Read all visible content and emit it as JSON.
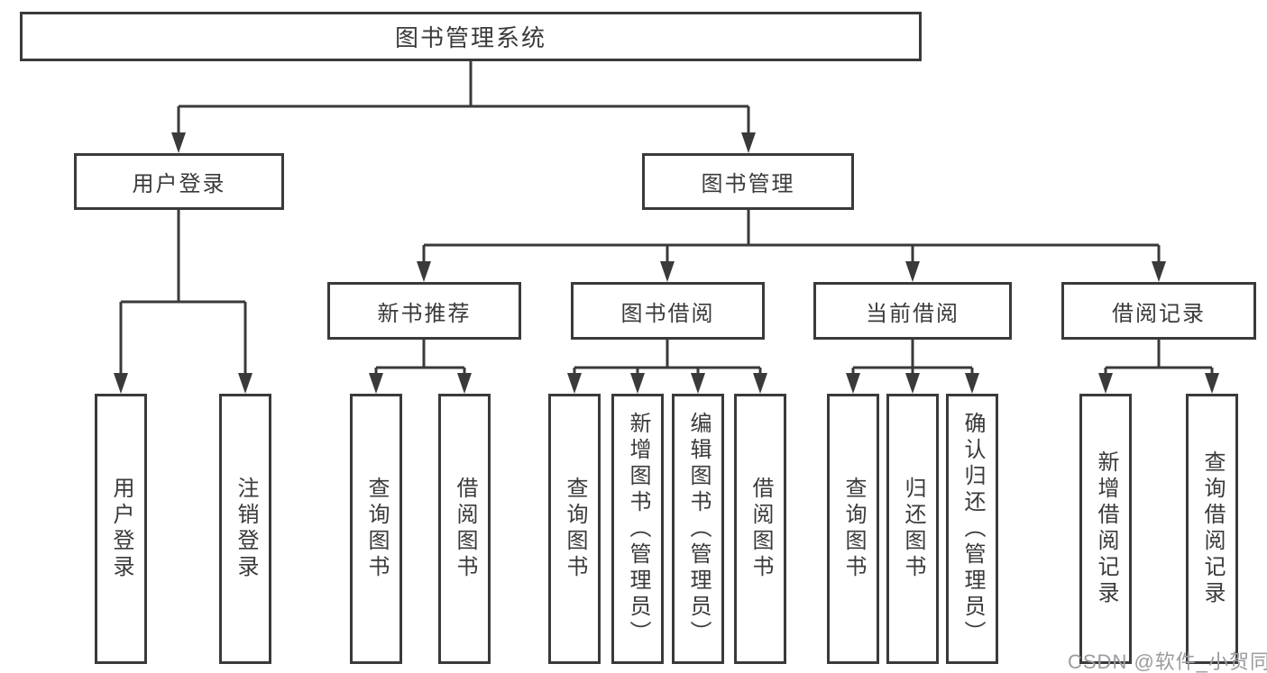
{
  "title": "图书管理系统",
  "level2": [
    "用户登录",
    "图书管理"
  ],
  "level3": [
    "新书推荐",
    "图书借阅",
    "当前借阅",
    "借阅记录"
  ],
  "leaves": {
    "login": [
      "用户登录",
      "注销登录"
    ],
    "new_book": [
      "查询图书",
      "借阅图书"
    ],
    "borrow": [
      "查询图书",
      "新增图书（管理员）",
      "编辑图书（管理员）",
      "借阅图书"
    ],
    "current": [
      "查询图书",
      "归还图书",
      "确认归还（管理员）"
    ],
    "records": [
      "新增借阅记录",
      "查询借阅记录"
    ]
  },
  "watermark": "CSDN @软件_小贺同学",
  "colors": {
    "line": "#3a3a3c",
    "text": "#3a3a3c",
    "box_background": "#ffffff",
    "watermark": "#9c9ca0"
  }
}
